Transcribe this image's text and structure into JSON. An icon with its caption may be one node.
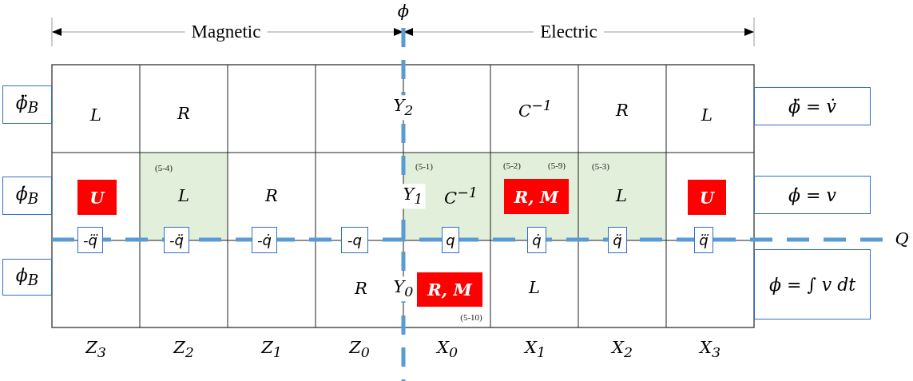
{
  "diagram": {
    "nodes": [
      {
        "text": [
          "ϕ̈$_{B}$"
        ]
      },
      {
        "text": [
          "ϕ̇$_{B}$"
        ]
      },
      {
        "text": [
          "ϕ$_{B}$"
        ]
      },
      {
        "text": [
          "ϕ̈ = v̇"
        ]
      },
      {
        "text": [
          "ϕ̇ = v"
        ]
      },
      {
        "text": [
          "ϕ = ∫ v dt"
        ]
      },
      {
        "text": [
          "U"
        ]
      },
      {
        "text": [
          "R, M"
        ]
      },
      {
        "text": [
          "U"
        ]
      },
      {
        "text": [
          "R, M"
        ]
      },
      {
        "text": [
          "-q⃛"
        ]
      },
      {
        "text": [
          "-q̈"
        ]
      },
      {
        "text": [
          "-q̇"
        ]
      },
      {
        "text": [
          "-q"
        ]
      },
      {
        "text": [
          "q"
        ]
      },
      {
        "text": [
          "q̇"
        ]
      },
      {
        "text": [
          "q̈"
        ]
      },
      {
        "text": [
          "q⃛"
        ]
      }
    ],
    "labels": [
      "ϕ",
      "Magnetic",
      "Electric",
      "L",
      "R",
      "Y$_{2}$",
      "C$^{−1}$",
      "R",
      "L",
      "(5-4)",
      "L",
      "R",
      "(5-1)",
      "Y$_{1}$",
      "C$^{−1}$",
      "(5-2)",
      "(5-9)",
      "(5-3)",
      "L",
      "Q",
      "R",
      "Y$_{0}$",
      "L",
      "(5-10)",
      "Z$_{3}$",
      "Z$_{2}$",
      "Z$_{1}$",
      "Z$_{0}$",
      "X$_{0}$",
      "X$_{1}$",
      "X$_{2}$",
      "X$_{3}$"
    ]
  }
}
